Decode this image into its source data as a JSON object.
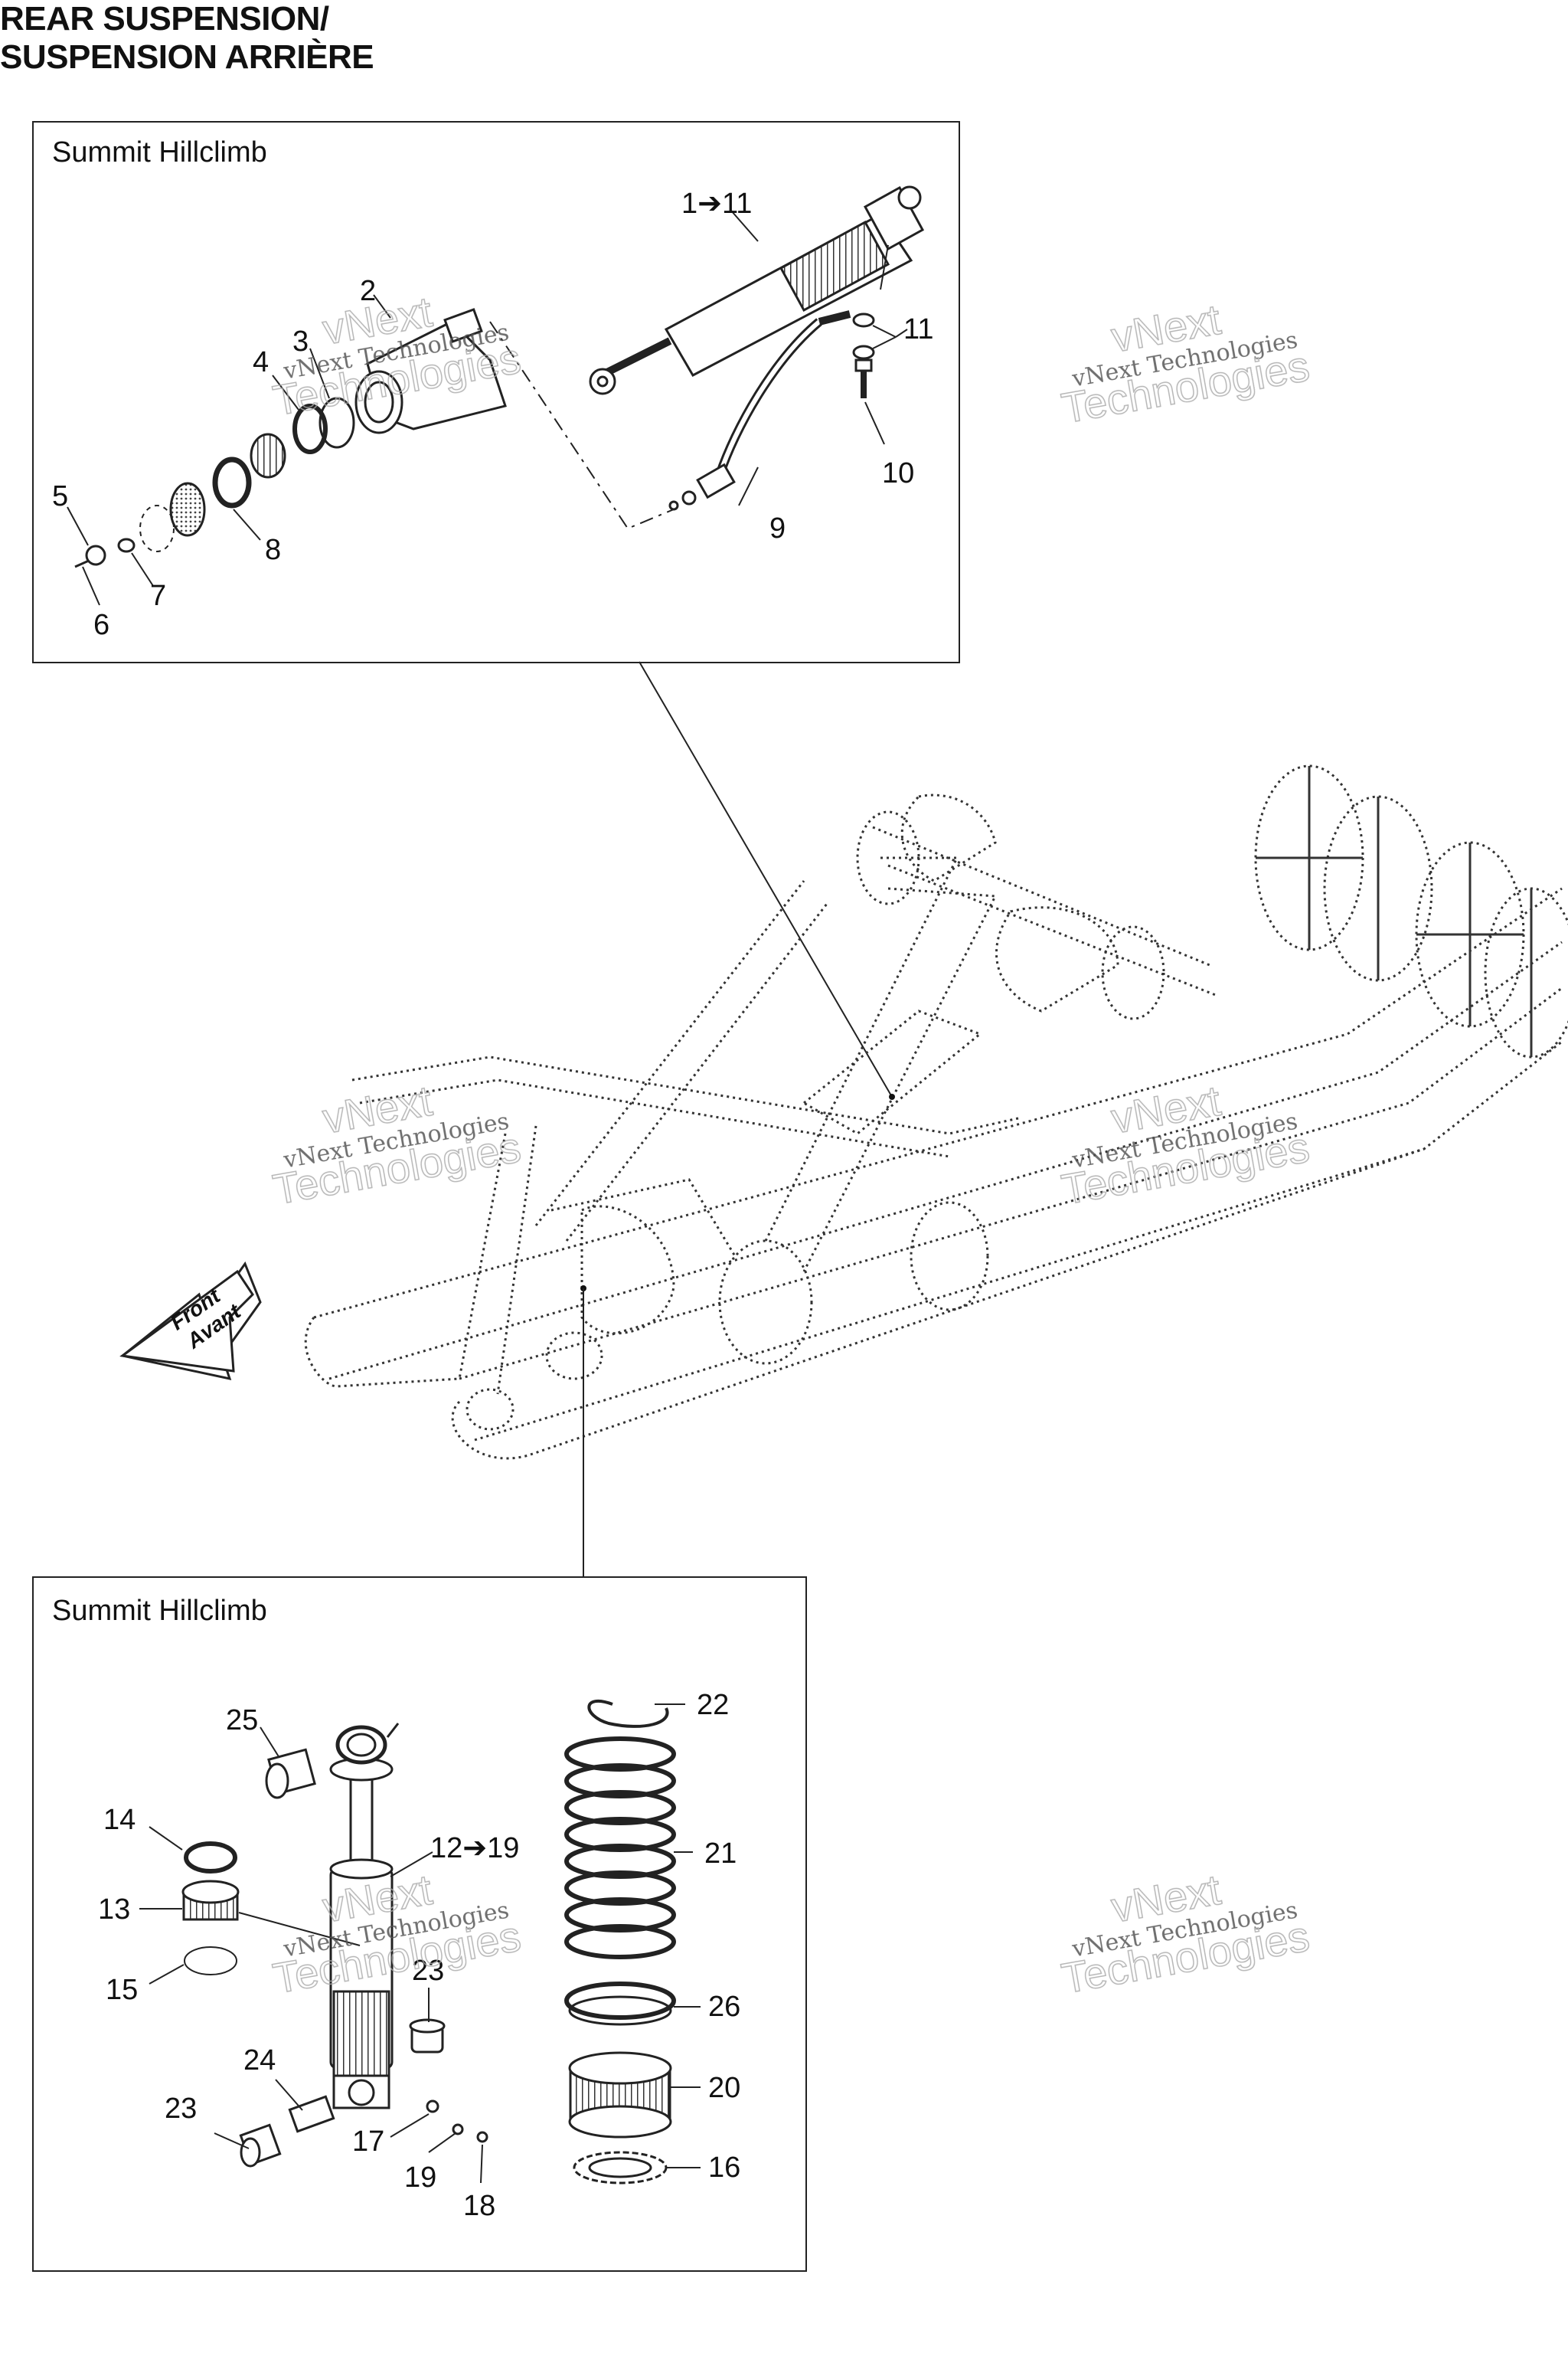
{
  "title": {
    "line1": "REAR SUSPENSION/",
    "line2": "SUSPENSION ARRIÈRE"
  },
  "top_panel": {
    "label": "Summit Hillclimb"
  },
  "bottom_panel": {
    "label": "Summit Hillclimb"
  },
  "direction_arrow": {
    "line1": "Front",
    "line2": "Avant"
  },
  "watermark": {
    "line1": "vNext",
    "line2": "vNext Technologies",
    "line3": "Technologies"
  },
  "callouts": {
    "c1_11": "1➔11",
    "c2": "2",
    "c3": "3",
    "c4": "4",
    "c5": "5",
    "c6": "6",
    "c7": "7",
    "c8": "8",
    "c9": "9",
    "c10": "10",
    "c11": "11",
    "c12_19": "12➔19",
    "c13": "13",
    "c14": "14",
    "c15": "15",
    "c16": "16",
    "c17": "17",
    "c18": "18",
    "c19": "19",
    "c20": "20",
    "c21": "21",
    "c22": "22",
    "c23a": "23",
    "c23b": "23",
    "c24": "24",
    "c25": "25",
    "c26": "26"
  }
}
